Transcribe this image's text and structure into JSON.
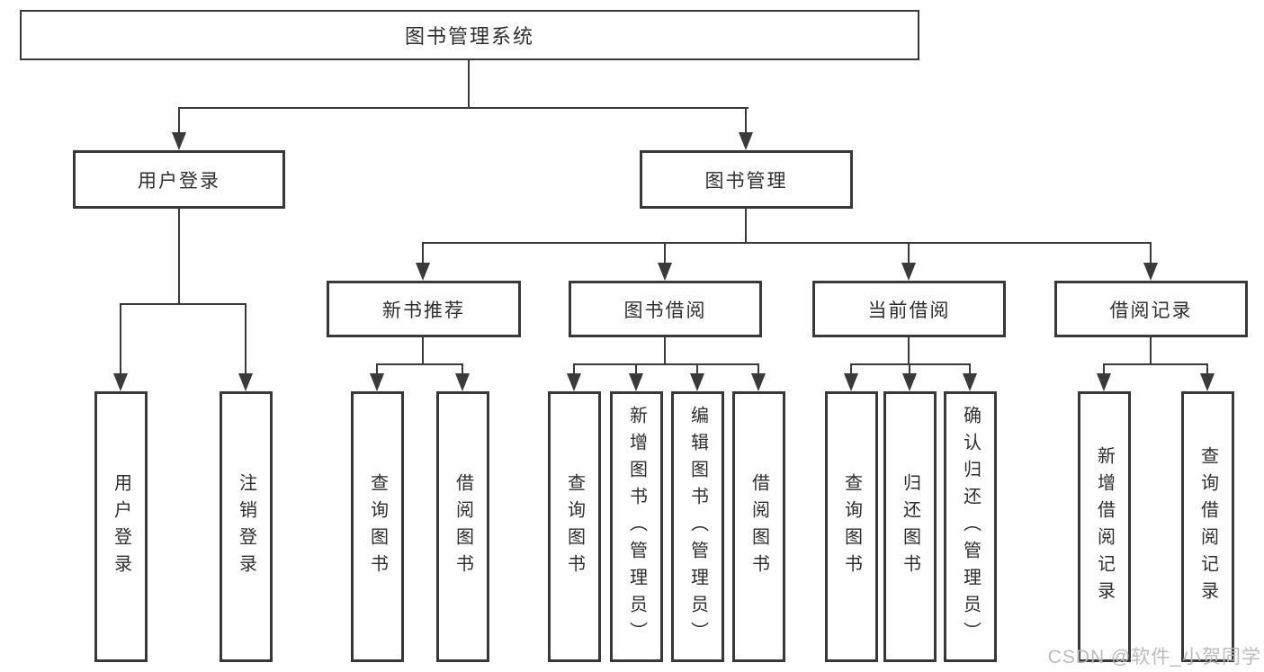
{
  "colors": {
    "line": "#3a3a3a",
    "box_border": "#383838",
    "box_background": "#ffffff",
    "text": "#2e2e2e",
    "watermark": "#b7b7b7"
  },
  "watermark": {
    "text": "CSDN @软件_小贺同学"
  },
  "tree": {
    "root": {
      "label": "图书管理系统"
    },
    "branches": [
      {
        "label": "用户登录",
        "children": [
          {
            "label": "用户登录"
          },
          {
            "label": "注销登录"
          }
        ]
      },
      {
        "label": "图书管理",
        "children": [
          {
            "label": "新书推荐",
            "children": [
              {
                "label": "查询图书"
              },
              {
                "label": "借阅图书"
              }
            ]
          },
          {
            "label": "图书借阅",
            "children": [
              {
                "label": "查询图书"
              },
              {
                "label": "新增图书（管理员）"
              },
              {
                "label": "编辑图书（管理员）"
              },
              {
                "label": "借阅图书"
              }
            ]
          },
          {
            "label": "当前借阅",
            "children": [
              {
                "label": "查询图书"
              },
              {
                "label": "归还图书"
              },
              {
                "label": "确认归还（管理员）"
              }
            ]
          },
          {
            "label": "借阅记录",
            "children": [
              {
                "label": "新增借阅记录"
              },
              {
                "label": "查询借阅记录"
              }
            ]
          }
        ]
      }
    ]
  }
}
